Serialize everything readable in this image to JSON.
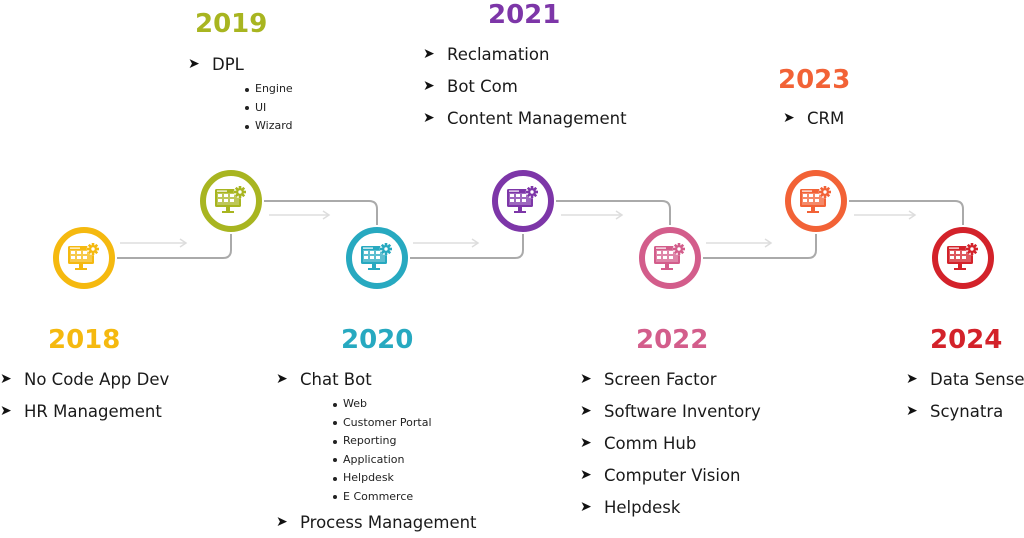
{
  "milestones": [
    {
      "year": "2018",
      "color": "#f5b90f",
      "icon": "monitor-gear-icon",
      "items": [
        {
          "label": "No Code App Dev",
          "subs": []
        },
        {
          "label": "HR Management",
          "subs": []
        }
      ]
    },
    {
      "year": "2019",
      "color": "#a8b520",
      "icon": "monitor-gear-icon",
      "items": [
        {
          "label": "DPL",
          "subs": [
            "Engine",
            "UI",
            "Wizard"
          ]
        }
      ]
    },
    {
      "year": "2020",
      "color": "#27a9c0",
      "icon": "monitor-gear-icon",
      "items": [
        {
          "label": "Chat Bot",
          "subs": [
            "Web",
            "Customer Portal",
            "Reporting",
            "Application",
            "Helpdesk",
            "E Commerce"
          ]
        },
        {
          "label": "Process Management",
          "subs": []
        }
      ]
    },
    {
      "year": "2021",
      "color": "#7d36a8",
      "icon": "monitor-gear-icon",
      "items": [
        {
          "label": "Reclamation",
          "subs": []
        },
        {
          "label": "Bot Com",
          "subs": []
        },
        {
          "label": "Content Management",
          "subs": []
        }
      ]
    },
    {
      "year": "2022",
      "color": "#d35d8b",
      "icon": "monitor-gear-icon",
      "items": [
        {
          "label": "Screen Factor",
          "subs": []
        },
        {
          "label": "Software Inventory",
          "subs": []
        },
        {
          "label": "Comm Hub",
          "subs": []
        },
        {
          "label": "Computer Vision",
          "subs": []
        },
        {
          "label": "Helpdesk",
          "subs": []
        }
      ]
    },
    {
      "year": "2023",
      "color": "#f26236",
      "icon": "monitor-gear-icon",
      "items": [
        {
          "label": "CRM",
          "subs": []
        }
      ]
    },
    {
      "year": "2024",
      "color": "#d3222a",
      "icon": "monitor-gear-icon",
      "items": [
        {
          "label": "Data Sense",
          "subs": []
        },
        {
          "label": "Scynatra",
          "subs": []
        }
      ]
    }
  ],
  "connector_color": "#aaaaaa",
  "arrow_color": "#dddddd"
}
